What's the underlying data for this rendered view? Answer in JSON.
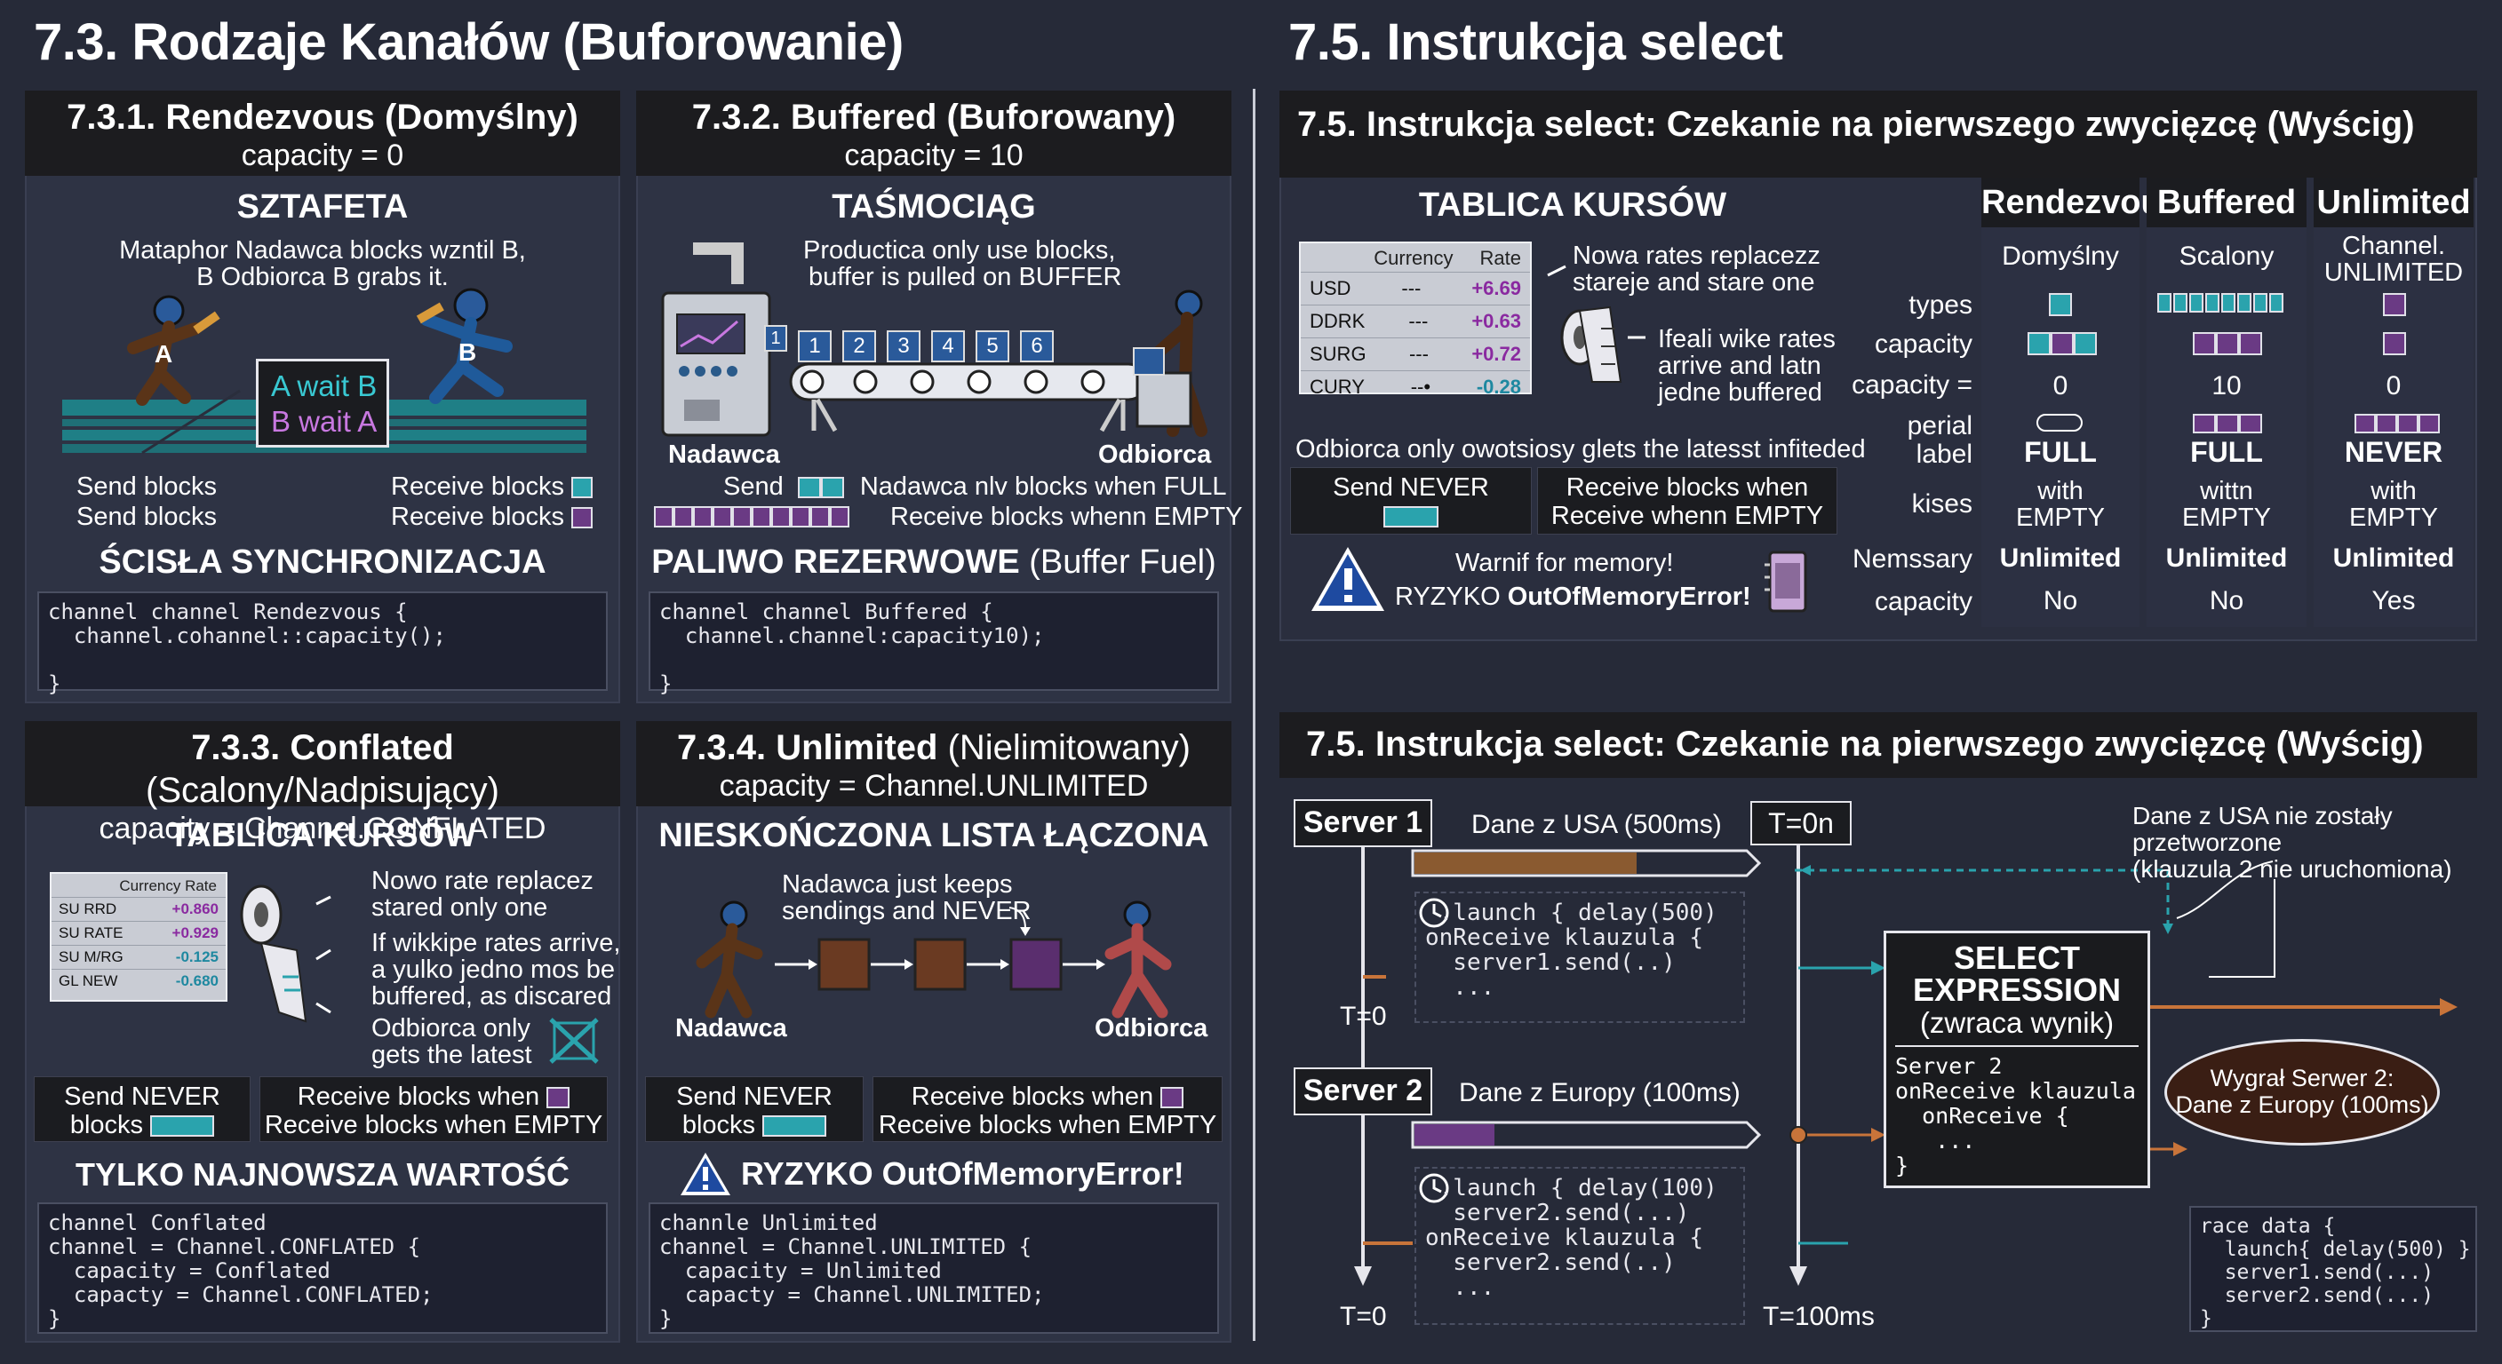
{
  "left_title": "7.3. Rodzaje Kanałów (Buforowanie)",
  "right_title": "7.5. Instrukcja select",
  "rendezvous": {
    "title": "7.3.1. Rendezvous (Domyślny)",
    "capacity": "capacity = 0",
    "heading": "SZTAFETA",
    "desc_line1": "Mataphor Nadawca blocks wzntil B,",
    "desc_line2": "B Odbiorca B grabs it.",
    "runner_a": "A",
    "runner_b": "B",
    "wait1": "A wait B",
    "wait2": "B wait A",
    "send1": "Send blocks",
    "send2": "Send blocks",
    "recv1": "Receive blocks",
    "recv2": "Receive blocks",
    "sync_heading": "ŚCISŁA SYNCHRONIZACJA",
    "code": "channel channel Rendezvous {\n  channel.cohannel::capacity();\n\n}"
  },
  "buffered": {
    "title": "7.3.2. Buffered (Buforowany)",
    "capacity": "capacity = 10",
    "heading": "TAŚMOCIĄG",
    "desc_line1": "Productica only use blocks,",
    "desc_line2": "buffer is pulled on BUFFER",
    "slots": [
      "1",
      "1",
      "2",
      "3",
      "4",
      "5",
      "6"
    ],
    "sender": "Nadawca",
    "receiver": "Odbiorca",
    "send_label": "Send",
    "send_desc": "Nadawca nlv blocks when FULL",
    "recv_desc": "Receive blocks whenn EMPTY",
    "fuel_heading": "PALIWO REZERWOWE",
    "fuel_sub": "(Buffer Fuel)",
    "code": "channel channel Buffered {\n  channel.channel:capacity10);\n\n}"
  },
  "conflated": {
    "title_bold": "7.3.3. Conflated",
    "title_light": "(Scalony/Nadpisujący)",
    "capacity": "capacity = Channel.CONFLATED",
    "heading": "TABLICA KURSÓW",
    "table_header": "Currency Rate",
    "rows": [
      {
        "name": "SU RRD",
        "val": "+0.860",
        "sign": "pos"
      },
      {
        "name": "SU RATE",
        "val": "+0.929",
        "sign": "pos"
      },
      {
        "name": "SU M/RG",
        "val": "-0.125",
        "sign": "neg"
      },
      {
        "name": "GL NEW",
        "val": "-0.680",
        "sign": "neg"
      }
    ],
    "note1": "Nowo rate replacez",
    "note2": "stared only one",
    "note3": "If wikkipe rates arrive,",
    "note4": "a yulko jedno mos be",
    "note5": "buffered, as discared",
    "note6": "Odbiorca only",
    "note7": "gets the latest",
    "send_never": "Send NEVER",
    "send_blocks": "blocks",
    "recv1": "Receive blocks when",
    "recv2": "Receive blocks when EMPTY",
    "latest_heading": "TYLKO NAJNOWSZA WARTOŚĆ",
    "code": "channel Conflated\nchannel = Channel.CONFLATED {\n  capacity = Conflated\n  capacty = Channel.CONFLATED;\n}"
  },
  "unlimited": {
    "title_bold": "7.3.4. Unlimited",
    "title_light": "(Nielimitowany)",
    "capacity": "capacity = Channel.UNLIMITED",
    "heading": "NIESKOŃCZONA LISTA ŁĄCZONA",
    "desc_line1": "Nadawca just keeps",
    "desc_line2": "sendings and NEVER",
    "sender": "Nadawca",
    "receiver": "Odbiorca",
    "send_never": "Send NEVER",
    "send_blocks": "blocks",
    "recv1": "Receive blocks when",
    "recv2": "Receive blocks when EMPTY",
    "risk": "RYZYKO OutOfMemoryError!",
    "code": "channle Unlimited\nchannel = Channel.UNLIMITED {\n  capacity = Unlimited\n  capacty = Channel.UNLIMITED;\n}"
  },
  "select_top": {
    "title": "7.5. Instrukcja select: Czekanie na pierwszego zwycięzcę (Wyścig)",
    "heading": "TABLICA KURSÓW",
    "table_h1": "Currency",
    "table_h2": "Rate",
    "rows": [
      {
        "name": "USD",
        "dash": "---",
        "val": "+6.69",
        "sign": "pos"
      },
      {
        "name": "DDRK",
        "dash": "---",
        "val": "+0.63",
        "sign": "pos"
      },
      {
        "name": "SURG",
        "dash": "---",
        "val": "+0.72",
        "sign": "pos"
      },
      {
        "name": "CURY",
        "dash": "--•",
        "val": "-0.28",
        "sign": "neg"
      }
    ],
    "note1": "Nowa rates replacezz",
    "note2": "stareje and stare one",
    "note3": "Ifeali wike rates",
    "note4": "arrive and latn",
    "note5": "jedne buffered",
    "note6": "Odbiorca only owotsiosy glets the latesst infiteded",
    "send_never": "Send NEVER",
    "recv1": "Receive blocks when",
    "recv2": "Receive whenn EMPTY",
    "warn1": "Warnif for memory!",
    "warn2_pre": "RYZYKO ",
    "warn2_bold": "OutOfMemoryError!"
  },
  "compare": {
    "headers": [
      "Rendezvous",
      "Buffered",
      "Unlimited"
    ],
    "sub": [
      "Domyślny",
      "Scalony",
      "Channel.\nUNLIMITED"
    ],
    "labels": [
      "types",
      "capacity",
      "capacity =",
      "perial\nlabel",
      "kises",
      "Nemssary",
      "capacity"
    ],
    "cap_values": [
      "0",
      "10",
      "0"
    ],
    "label_values": [
      "FULL",
      "FULL",
      "NEVER"
    ],
    "kises_values": [
      "with\nEMPTY",
      "wittn\nEMPTY",
      "with\nEMPTY"
    ],
    "nems_values": [
      "Unlimited",
      "Unlimited",
      "Unlimited"
    ],
    "last_values": [
      "No",
      "No",
      "Yes"
    ]
  },
  "select_bottom": {
    "title": "7.5. Instrukcja select: Czekanie na pierwszego zwycięzcę (Wyścig)",
    "server1": "Server 1",
    "server1_data": "Dane z USA (500ms)",
    "t0n": "T=0n",
    "note_line1": "Dane z USA nie zostały",
    "note_line2": "przetworzone",
    "note_line3": "(klauzula 2 nie uruchomiona)",
    "code1": " .launch { delay(500)\nonReceive klauzula {\n  server1.send(..)\n  ...",
    "t0_a": "T=0",
    "select_title1": "SELECT",
    "select_title2": "EXPRESSION",
    "select_title3": "(zwraca wynik)",
    "select_code": "Server 2\nonReceive klauzula\n  onReceive {\n   ...\n}",
    "server2": "Server 2",
    "server2_data": "Dane z Europy (100ms)",
    "code2": " .launch { delay(100)\n  server2.send(...)\nonReceive klauzula {\n  server2.send(..)\n  ...",
    "t0_b": "T=0",
    "t100": "T=100ms",
    "winner1": "Wygrał Serwer 2:",
    "winner2": "Dane z Europy (100ms)",
    "race_code": "race data {\n  launch{ delay(500) }\n  server1.send(...)\n  server2.send(...)\n}"
  },
  "colors": {
    "teal": "#2aa3ad",
    "purple": "#6a3a84",
    "orange": "#c8743a",
    "bg": "#262a38"
  }
}
